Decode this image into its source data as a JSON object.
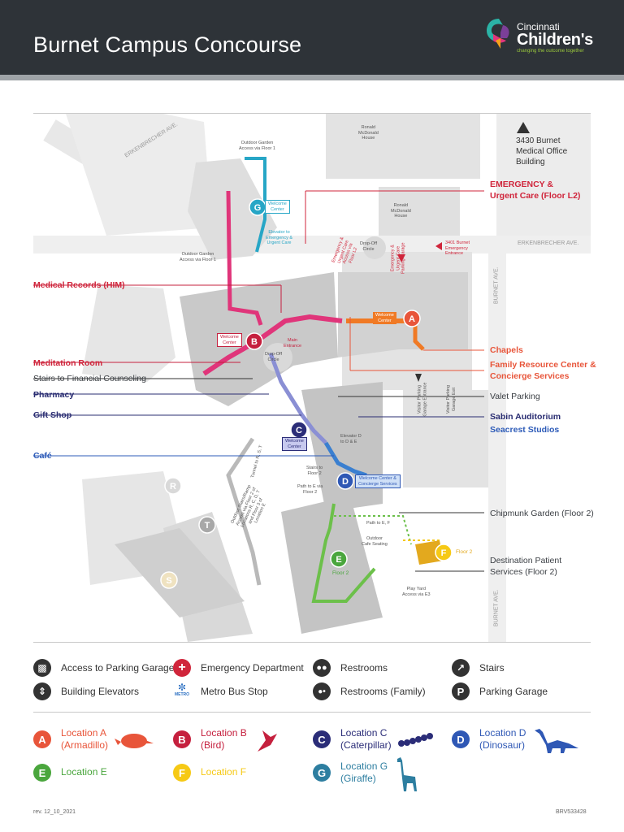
{
  "header": {
    "title": "Burnet Campus Concourse",
    "logo_line1": "Cincinnati",
    "logo_line2": "Children's",
    "logo_tagline": "changing the outcome together"
  },
  "map": {
    "streets": {
      "erkenbrecher_nw": "ERKENBRECHER AVE.",
      "erkenbrecher_e": "ERKENBRECHER AVE.",
      "burnet_upper": "BURNET AVE.",
      "burnet_lower": "BURNET AVE."
    },
    "buildings": {
      "office_building": "3430 Burnet\nMedical Office\nBuilding",
      "ronald_mcdonald_1": "Ronald\nMcDonald\nHouse",
      "ronald_mcdonald_2": "Ronald\nMcDonald\nHouse",
      "outdoor_garden_top": "Outdoor Garden\nAccess via Floor 1",
      "outdoor_garden_left": "Outdoor Garden\nAccess via Floor 1",
      "elevator_emergency": "Elevator to\nEmergency &\nUrgent Care",
      "emergency_entrance_note": "Emergency &\nUrgent Care\nAccess via\nFloor L2",
      "drop_off_1": "Drop-Off\nCircle",
      "drop_off_2": "Drop-Off\nCircle",
      "parking_garage_note": "Emergency &\nUrgent Care\nParking Garage",
      "burnet_emergency_entrance": "3401 Burnet\nEmergency\nEntrance",
      "main_entrance": "Main\nEntrance",
      "visitor_parking_entrance": "Visitor Parking\nGarage Entrance",
      "visitor_parking_exit": "Visitor Parking\nGarage Exit",
      "elevator_d": "Elevator D\nto D & E",
      "stairs_floor2": "Stairs to\nFloor 2",
      "path_e_floor2": "Path to E via\nFloor 2",
      "path_e_f": "Path to E, F",
      "outdoor_cafe": "Outdoor\nCafe Seating",
      "play_yard": "Play Yard\nAccess via E3",
      "outdoor_shortcut": "Outdoor Stairs/Ramp\nAccess via Floor 2 of\nLocations R, C, D, T\nand Floor 3 of\nLocation E",
      "tunnel": "Tunnel to R, S, T",
      "floor2_e": "Floor 2",
      "floor2_f": "Floor 2"
    },
    "welcome_centers": {
      "a": "Welcome\nCenter",
      "b": "Welcome\nCenter",
      "c": "Welcome\nCenter",
      "d": "Welcome Center &\nConcierge Services",
      "g": "Welcome\nCenter"
    },
    "location_letters": {
      "a": "A",
      "b": "B",
      "c": "C",
      "d": "D",
      "e": "E",
      "f": "F",
      "g": "G",
      "r": "R",
      "s": "S",
      "t": "T"
    },
    "callouts": {
      "emergency": "EMERGENCY &\nUrgent Care (Floor L2)",
      "medical_records": "Medical Records (HIM)",
      "meditation_room": "Meditation Room",
      "stairs_financial": "Stairs to Financial Counseling",
      "pharmacy": "Pharmacy",
      "gift_shop": "Gift Shop",
      "cafe": "Café",
      "chapels": "Chapels",
      "family_resource": "Family Resource Center &\nConcierge Services",
      "valet_parking": "Valet Parking",
      "sabin_auditorium": "Sabin Auditorium",
      "seacrest_studios": "Seacrest Studios",
      "chipmunk_garden": "Chipmunk Garden (Floor 2)",
      "destination_patient": "Destination Patient\nServices (Floor 2)"
    }
  },
  "legend": {
    "items": [
      {
        "label": "Access to Parking Garage",
        "icon": "car-icon"
      },
      {
        "label": "Emergency Department",
        "icon": "emergency-cross-icon"
      },
      {
        "label": "Restrooms",
        "icon": "restroom-icon"
      },
      {
        "label": "Stairs",
        "icon": "stairs-icon"
      },
      {
        "label": "Building Elevators",
        "icon": "elevator-icon"
      },
      {
        "label": "Metro Bus Stop",
        "icon": "metro-bus-icon"
      },
      {
        "label": "Restrooms (Family)",
        "icon": "family-restroom-icon"
      },
      {
        "label": "Parking Garage",
        "icon": "parking-icon"
      }
    ],
    "metro_label": "METRO",
    "locations": [
      {
        "letter": "A",
        "name": "Location A",
        "sub": "(Armadillo)",
        "color": "#e8553a"
      },
      {
        "letter": "B",
        "name": "Location B",
        "sub": "(Bird)",
        "color": "#c5203e"
      },
      {
        "letter": "C",
        "name": "Location C",
        "sub": "(Caterpillar)",
        "color": "#2b2d78"
      },
      {
        "letter": "D",
        "name": "Location D",
        "sub": "(Dinosaur)",
        "color": "#2f58b5"
      },
      {
        "letter": "E",
        "name": "Location E",
        "sub": "",
        "color": "#4aa63d"
      },
      {
        "letter": "F",
        "name": "Location F",
        "sub": "",
        "color": "#f6c915"
      },
      {
        "letter": "G",
        "name": "Location G",
        "sub": "(Giraffe)",
        "color": "#2d7ea0"
      }
    ]
  },
  "footer": {
    "revision": "rev. 12_10_2021",
    "code": "BRV533428"
  },
  "colors": {
    "header_bg": "#2e3338",
    "emergency_red": "#d0253b",
    "route_pink": "#e0357a",
    "route_orange": "#f07a25",
    "route_blue": "#3a7fd0",
    "route_green": "#6cc04a",
    "route_teal": "#27a6c6",
    "route_lavender": "#8a8fd4"
  }
}
